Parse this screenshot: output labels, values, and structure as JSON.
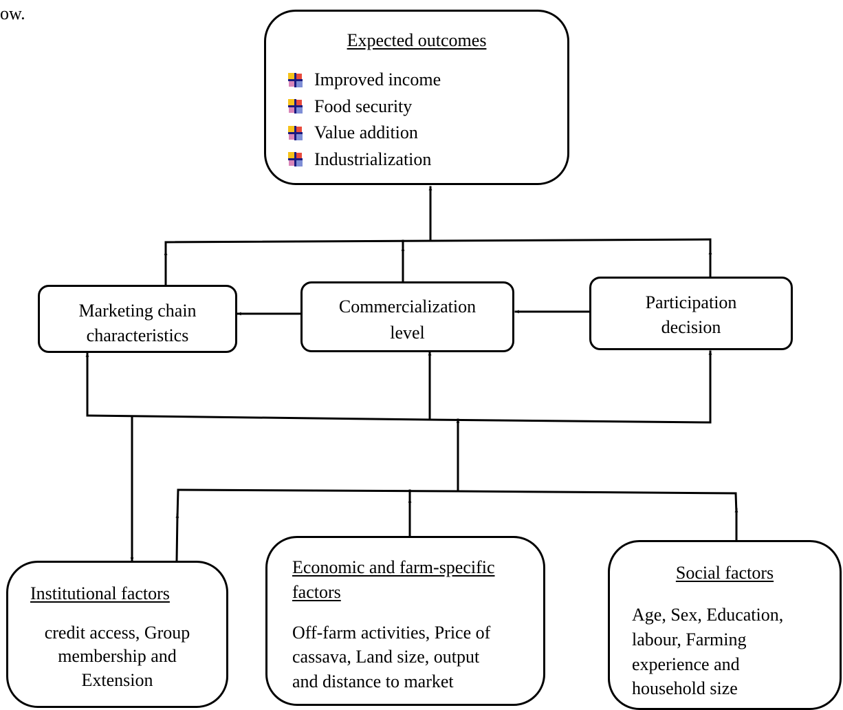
{
  "page_fragment": "ow.",
  "outcomes": {
    "title": "Expected outcomes",
    "items": [
      "Improved income",
      "Food security",
      "Value addition",
      "Industrialization"
    ],
    "bullet_icon": "multicolor-square-bullet-icon"
  },
  "marketing": {
    "label_line1": "Marketing chain",
    "label_line2": "characteristics"
  },
  "commercialization": {
    "label_line1": "Commercialization",
    "label_line2": "level"
  },
  "participation": {
    "label_line1": "Participation",
    "label_line2": "decision"
  },
  "institutional": {
    "title": "Institutional factors",
    "line1": "credit access, Group",
    "line2": "membership and",
    "line3": "Extension"
  },
  "economic": {
    "title_line1": "Economic and farm-specific",
    "title_line2": "factors",
    "line1": "Off-farm activities, Price of",
    "line2": "cassava, Land size, output",
    "line3": "and distance to market"
  },
  "social": {
    "title": "Social factors",
    "line1": "Age, Sex, Education,",
    "line2": "labour, Farming",
    "line3": "experience and",
    "line4": "household size"
  },
  "colors": {
    "stroke": "#000000",
    "background": "#ffffff"
  }
}
